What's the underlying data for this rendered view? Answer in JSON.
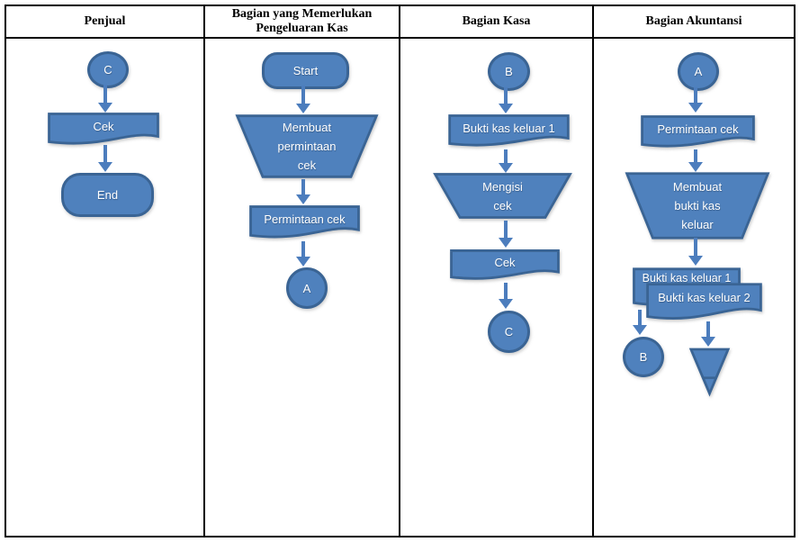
{
  "colors": {
    "shape_fill": "#4f81bd",
    "shape_border": "#3a6494",
    "shape_text": "#ffffff",
    "arrow": "#4c7dbd",
    "header_text": "#000000",
    "grid_border": "#000000",
    "background": "#ffffff"
  },
  "lanes": [
    {
      "title": "Penjual",
      "nodes": {
        "connector_c": "C",
        "doc_cek": "Cek",
        "end": "End"
      }
    },
    {
      "title": "Bagian yang Memerlukan Pengeluaran Kas",
      "nodes": {
        "start": "Start",
        "manual": "Membuat permintaan cek",
        "doc_permintaan": "Permintaan cek",
        "connector_a": "A"
      }
    },
    {
      "title": "Bagian Kasa",
      "nodes": {
        "connector_b": "B",
        "doc_bkk1": "Bukti kas keluar 1",
        "manual": "Mengisi cek",
        "doc_cek": "Cek",
        "connector_c": "C"
      }
    },
    {
      "title": "Bagian Akuntansi",
      "nodes": {
        "connector_a": "A",
        "doc_permintaan": "Permintaan cek",
        "manual": "Membuat bukti kas keluar",
        "doc_bkk1": "Bukti kas keluar 1",
        "doc_bkk2": "Bukti kas keluar 2",
        "connector_b": "B"
      }
    }
  ]
}
